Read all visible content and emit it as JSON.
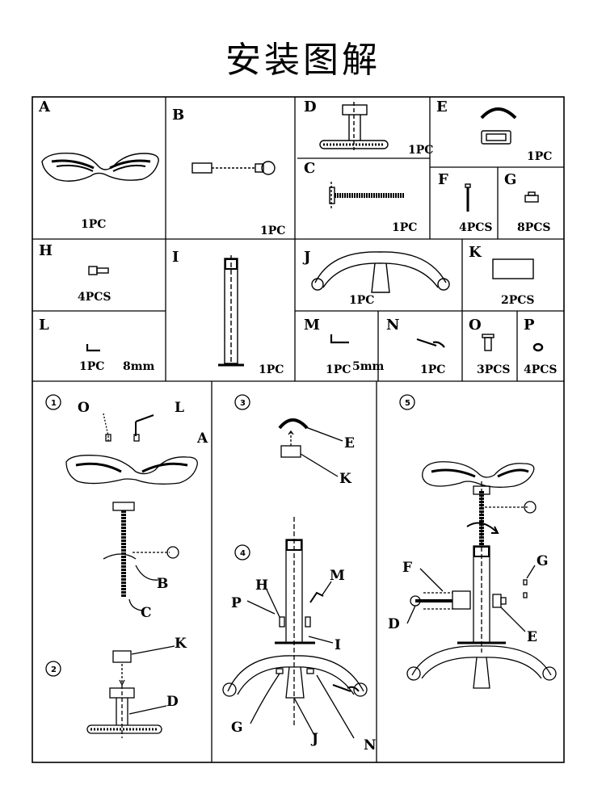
{
  "title": "安装图解",
  "parts": {
    "A": {
      "letter": "A",
      "qty": "1PC"
    },
    "B": {
      "letter": "B",
      "qty": "1PC"
    },
    "C": {
      "letter": "C",
      "qty": "1PC"
    },
    "D": {
      "letter": "D",
      "qty": "1PC"
    },
    "E": {
      "letter": "E",
      "qty": "1PC"
    },
    "F": {
      "letter": "F",
      "qty": "4PCS"
    },
    "G": {
      "letter": "G",
      "qty": "8PCS"
    },
    "H": {
      "letter": "H",
      "qty": "4PCS"
    },
    "I": {
      "letter": "I",
      "qty": "1PC"
    },
    "J": {
      "letter": "J",
      "qty": "1PC"
    },
    "K": {
      "letter": "K",
      "qty": "2PCS"
    },
    "L": {
      "letter": "L",
      "qty": "1PC",
      "size": "8mm"
    },
    "M": {
      "letter": "M",
      "qty": "1PC",
      "size": "5mm"
    },
    "N": {
      "letter": "N",
      "qty": "1PC"
    },
    "O": {
      "letter": "O",
      "qty": "3PCS"
    },
    "P": {
      "letter": "P",
      "qty": "4PCS"
    }
  },
  "steps": {
    "s1": {
      "num": "1",
      "labels": [
        "O",
        "L",
        "A",
        "B",
        "C"
      ]
    },
    "s2": {
      "num": "2",
      "labels": [
        "K",
        "D"
      ]
    },
    "s3": {
      "num": "3",
      "labels": [
        "E",
        "K"
      ]
    },
    "s4": {
      "num": "4",
      "labels": [
        "H",
        "M",
        "P",
        "I",
        "G",
        "J",
        "N"
      ]
    },
    "s5": {
      "num": "5",
      "labels": [
        "F",
        "G",
        "D",
        "E"
      ]
    }
  }
}
